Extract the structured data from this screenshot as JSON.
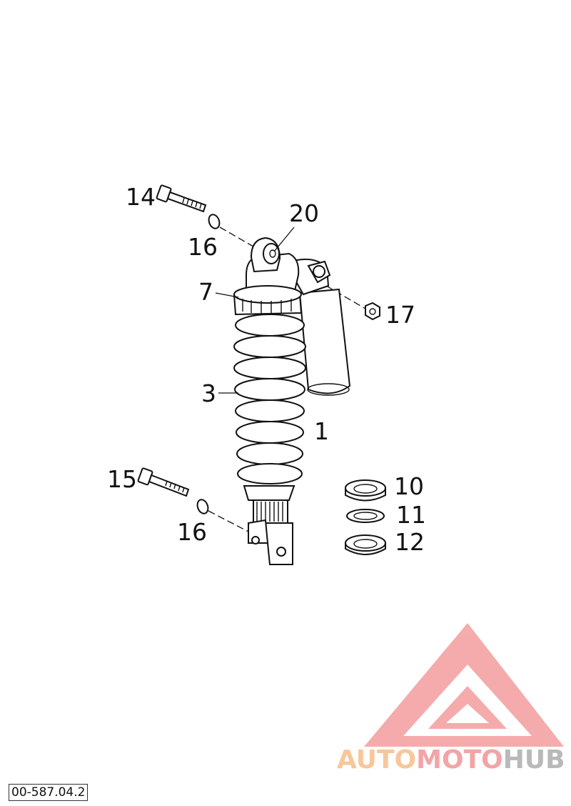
{
  "callouts": {
    "shock_absorber": "1",
    "spring": "3",
    "adjusting_ring": "7",
    "spring_seat_upper": "10",
    "spring_seat_washer": "11",
    "spring_seat_lower": "12",
    "upper_bolt": "14",
    "lower_bolt": "15",
    "washer_upper": "16",
    "washer_lower": "16",
    "nut": "17",
    "upper_bushing": "20"
  },
  "reference_code": "00-587.04.2",
  "watermark": {
    "part1": "AUTO",
    "part2": "MOTO",
    "part3": "HUB",
    "colors": {
      "orange": "#f7c79a",
      "red": "#f2a4a6",
      "grey": "#b9b9b9"
    }
  }
}
